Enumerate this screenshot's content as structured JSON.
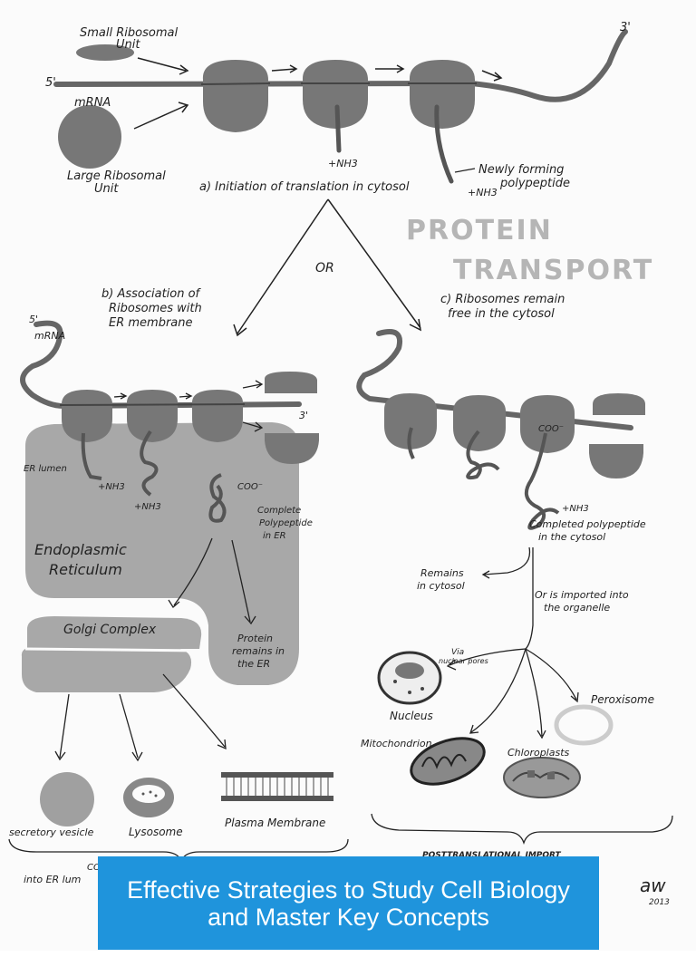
{
  "colors": {
    "ink": "#222222",
    "organelle": "#777777",
    "organelle_light": "#a8a8a8",
    "banner": "#1f94dc"
  },
  "labels": {
    "small_ribosomal": [
      "Small Ribosomal",
      "Unit"
    ],
    "large_ribosomal": [
      "Large Ribosomal",
      "Unit"
    ],
    "mrna": "mRNA",
    "five_prime": "5'",
    "three_prime": "3'",
    "nh3": "+NH3",
    "coo": "COO⁻",
    "step_a": "a) Initiation of translation in cytosol",
    "newly_forming": [
      "Newly forming",
      "polypeptide"
    ],
    "title": [
      "PROTEIN",
      "TRANSPORT"
    ],
    "or": "OR",
    "step_b": [
      "b) Association of",
      "Ribosomes with",
      "ER membrane"
    ],
    "step_c": [
      "c) Ribosomes remain",
      "free in the cytosol"
    ],
    "er_lumen": "ER lumen",
    "complete_polypeptide_er": [
      "Complete",
      "Polypeptide",
      "in ER"
    ],
    "endoplasmic_reticulum": [
      "Endoplasmic",
      "Reticulum"
    ],
    "golgi": "Golgi Complex",
    "protein_remains_er": [
      "Protein",
      "remains in",
      "the ER"
    ],
    "secretory_vesicle": "secretory vesicle",
    "lysosome": "Lysosome",
    "plasma_membrane": "Plasma Membrane",
    "completed_cytosol": [
      "Completed polypeptide",
      "in the cytosol"
    ],
    "remains_cytosol": [
      "Remains",
      "in cytosol"
    ],
    "imported": [
      "Or is imported into",
      "the organelle"
    ],
    "via_nuclear": [
      "Via",
      "nuclear pores"
    ],
    "nucleus": "Nucleus",
    "peroxisome": "Peroxisome",
    "mitochondrion": "Mitochondrion",
    "chloroplasts": "Chloroplasts",
    "posttranslational": "POSTTRANSLATIONAL IMPORT",
    "cotranslational": [
      "CO",
      "into ER lum"
    ],
    "signature": [
      "aw",
      "2013"
    ]
  },
  "banner": {
    "title": "Effective Strategies to Study Cell Biology and Master Key Concepts"
  }
}
